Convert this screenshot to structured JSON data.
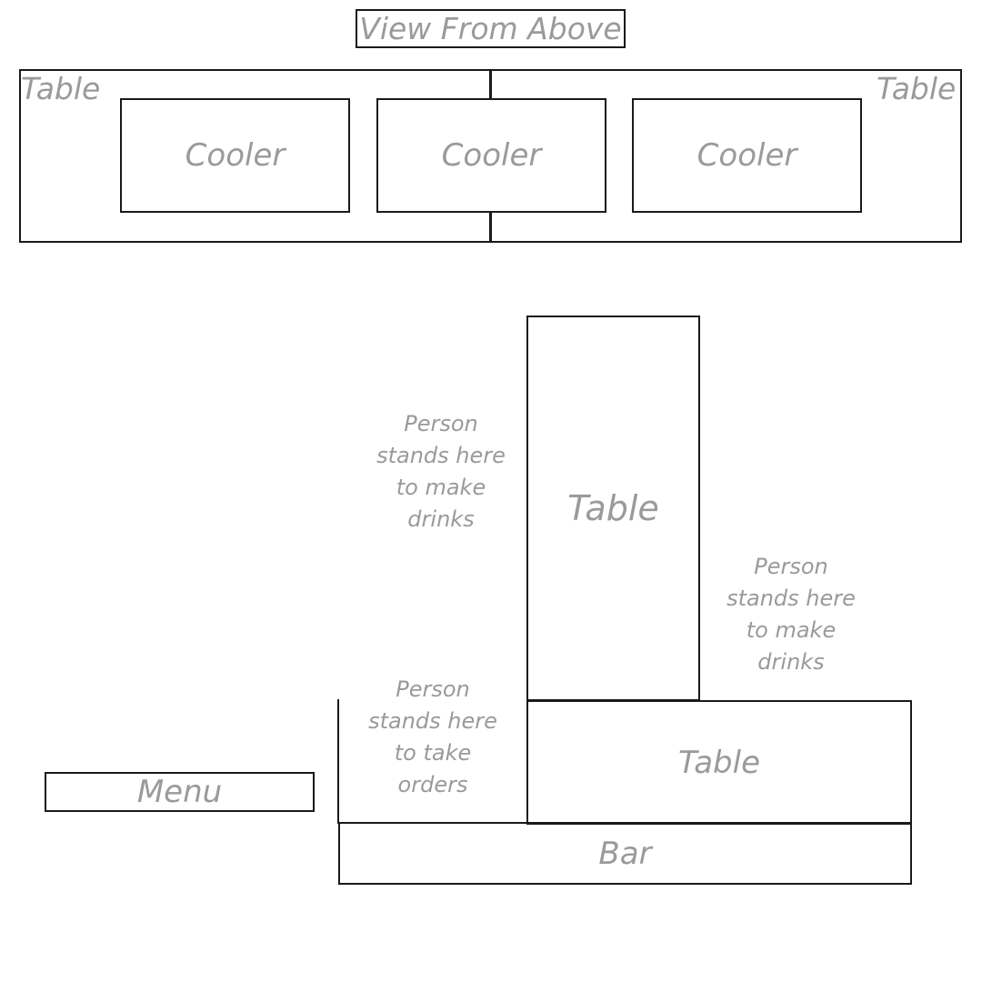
{
  "header": {
    "title": "View From Above"
  },
  "top_section": {
    "table_left_label": "Table",
    "table_right_label": "Table",
    "coolers": [
      "Cooler",
      "Cooler",
      "Cooler"
    ]
  },
  "bottom_section": {
    "vertical_table_label": "Table",
    "horizontal_table_label": "Table",
    "bar_label": "Bar",
    "menu_label": "Menu",
    "person_left_drinks": "Person\nstands here\nto make\ndrinks",
    "person_right_drinks": "Person\nstands here\nto make\ndrinks",
    "person_orders": "Person\nstands here\nto take\norders"
  }
}
